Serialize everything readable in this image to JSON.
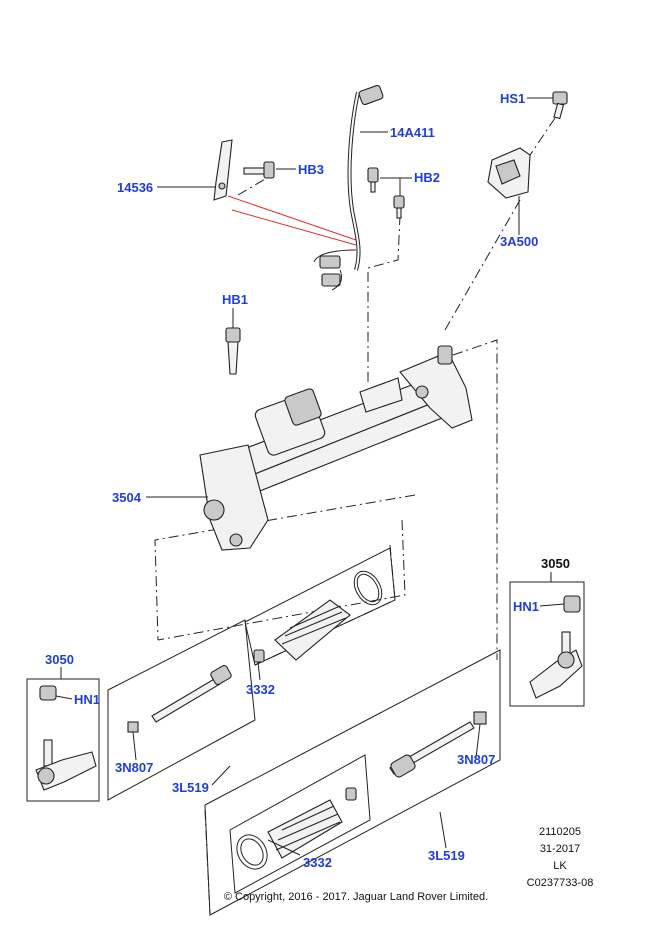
{
  "callouts": {
    "hs1": "HS1",
    "a14a411": "14A411",
    "hb3": "HB3",
    "hb2": "HB2",
    "a14536": "14536",
    "a3a500": "3A500",
    "hb1": "HB1",
    "a3504": "3504",
    "a3050_right": "3050",
    "hn1_right": "HN1",
    "a3050_left": "3050",
    "hn1_left": "HN1",
    "a3332_upper": "3332",
    "a3n807_left": "3N807",
    "a3l519_left": "3L519",
    "a3n807_right": "3N807",
    "a3332_lower": "3332",
    "a3l519_right": "3L519"
  },
  "reference": {
    "line1": "2110205",
    "line2": "31-2017",
    "line3": "LK",
    "line4": "C0237733-08"
  },
  "copyright": "© Copyright, 2016 - 2017. Jaguar Land Rover Limited.",
  "colors": {
    "callout_blue": "#1f3fd6",
    "leader_red": "#e03030"
  }
}
